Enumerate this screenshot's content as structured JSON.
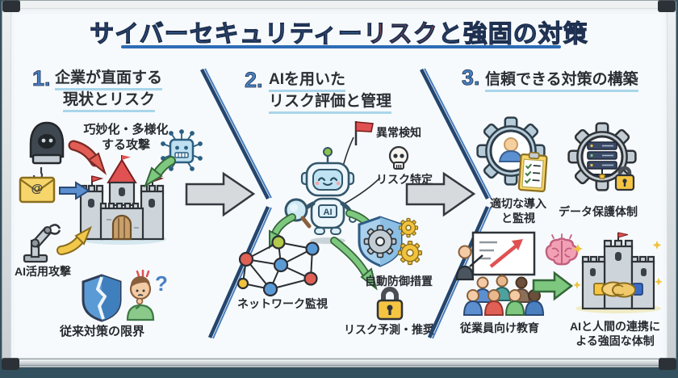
{
  "title": {
    "part1": "サイバーセキュリティー",
    "part2": "リスク",
    "part3": "と強固の対策"
  },
  "sections": {
    "s1": {
      "number": "1.",
      "heading1": "企業が直面する",
      "heading2": "現状とリスク",
      "attack_label": "巧妙化・多様化\nする攻撃",
      "email_at": "@",
      "ai_attack_label": "AI活用攻撃",
      "question_mark": "?",
      "limits_label": "従来対策の限界"
    },
    "s2": {
      "number": "2.",
      "heading1": "AIを用いた",
      "heading2": "リスク評価と管理",
      "anomaly_label": "異常検知",
      "risk_label": "リスク特定",
      "robot_chip_label": "AI",
      "network_label": "ネットワーク監視",
      "defense_label": "自動防御措置",
      "predict_label": "リスク予測・推奨"
    },
    "s3": {
      "number": "3.",
      "heading": "信頼できる対策の構築",
      "deploy_label": "適切な導入\nと監視",
      "data_label": "データ保護体制",
      "training_label": "従業員向け教育",
      "collab_label": "AIと人間の連携に\nよる強固な体制"
    }
  },
  "colors": {
    "title_blue": "#4478bd",
    "title_red": "#e05a57",
    "title_underline": "#2d6cb5",
    "heading_underline": "#a9d6ea",
    "arrow_red": "#e25d54",
    "arrow_green": "#7dc87e",
    "arrow_blue": "#5b8fd0",
    "arrow_yellow": "#f2c84b",
    "big_arrow_gray": "#d7dadd",
    "board_bg": "#f7fafc",
    "frame_dark": "#33505e"
  }
}
